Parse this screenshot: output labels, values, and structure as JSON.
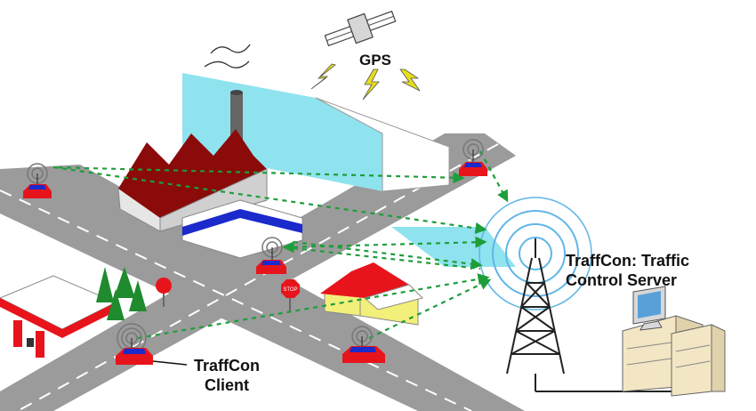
{
  "labels": {
    "gps": "GPS",
    "server_line1": "TraffCon: Traffic",
    "server_line2": "Control Server",
    "client_line1": "TraffCon",
    "client_line2": "Client",
    "stop_sign": "STOP"
  },
  "colors": {
    "road": "#9b9b9b",
    "lane_marking": "#ffffff",
    "factory_roof": "#8b0a0a",
    "factory_wall": "#e6e6e6",
    "cyan_panel": "#8fe3ee",
    "car_body": "#e8141c",
    "car_window": "#1a2acb",
    "signal_link": "#1e9e3a",
    "tower_waves": "#5fb6e8",
    "house_wall": "#f2f07a",
    "house_roof": "#e8141c",
    "tree": "#1f8a2e",
    "lightning": "#e6dd1c",
    "server_case": "#f3e6c4"
  },
  "icons": [
    "satellite-icon",
    "lightning-icon",
    "factory-icon",
    "car-icon",
    "radio-tower-icon",
    "server-rack-icon",
    "monitor-icon",
    "stop-sign-icon",
    "tree-icon",
    "gas-station-icon",
    "house-icon"
  ]
}
